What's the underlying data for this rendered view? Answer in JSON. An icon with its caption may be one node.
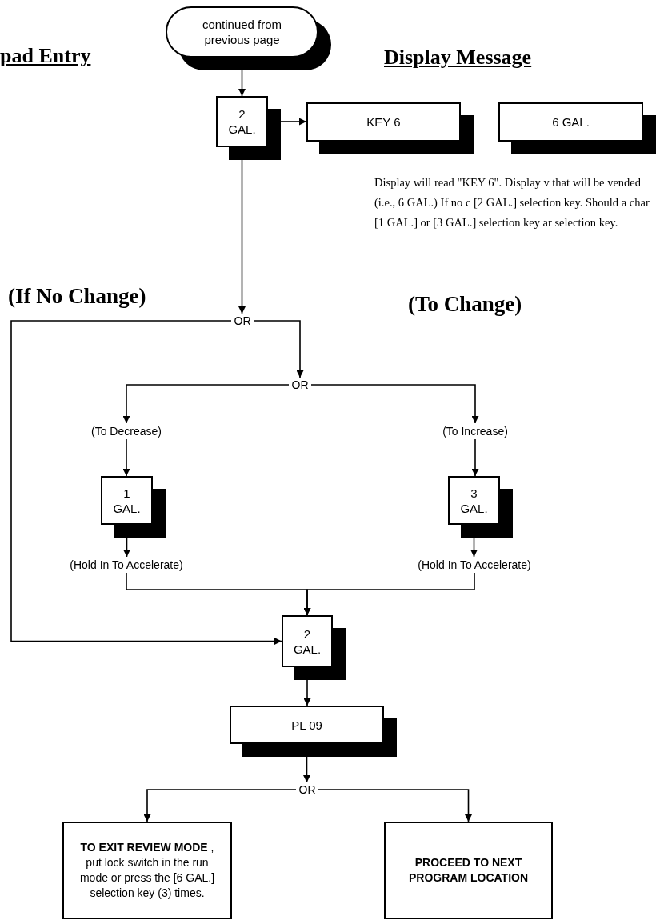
{
  "diagram": {
    "nodes": [
      {
        "text": [
          "continued from previous page"
        ]
      },
      {
        "text": [
          "2 GAL."
        ]
      },
      {
        "text": [
          "KEY 6"
        ]
      },
      {
        "text": [
          "6 GAL."
        ]
      },
      {
        "text": [
          "OR"
        ]
      },
      {
        "text": [
          "OR"
        ]
      },
      {
        "text": [
          "(To Decrease)"
        ]
      },
      {
        "text": [
          "(To Increase)"
        ]
      },
      {
        "text": [
          "1 GAL."
        ]
      },
      {
        "text": [
          "3 GAL."
        ]
      },
      {
        "text": [
          "(Hold In To Accelerate)"
        ]
      },
      {
        "text": [
          "(Hold In To Accelerate)"
        ]
      },
      {
        "text": [
          "2 GAL."
        ]
      },
      {
        "text": [
          "PL 09"
        ]
      },
      {
        "text": [
          "OR"
        ]
      },
      {
        "text": [
          "**TO EXIT REVIEW MODE** , put lock switch in the run mode or press the [6 GAL.] selection key (3) times."
        ]
      },
      {
        "text": [
          "PROCEED TO NEXT PROGRAM LOCATION"
        ]
      }
    ],
    "edges": [
      {
        "from": 0,
        "to": 1,
        "arrow": "to"
      },
      {
        "from": 1,
        "to": 2,
        "arrow": "to"
      },
      {
        "from": 1,
        "to": 4,
        "arrow": "to"
      },
      {
        "from": 4,
        "to": 5,
        "arrow": "to"
      },
      {
        "from": 4,
        "to": 12,
        "arrow": "to"
      },
      {
        "from": 5,
        "to": 6,
        "arrow": "to"
      },
      {
        "from": 5,
        "to": 7,
        "arrow": "to"
      },
      {
        "from": 6,
        "to": 8,
        "arrow": "to"
      },
      {
        "from": 7,
        "to": 9,
        "arrow": "to"
      },
      {
        "from": 8,
        "to": 10,
        "arrow": "to"
      },
      {
        "from": 9,
        "to": 11,
        "arrow": "to"
      },
      {
        "from": 10,
        "to": 12,
        "arrow": "to"
      },
      {
        "from": 11,
        "to": 12,
        "arrow": "to"
      },
      {
        "from": 12,
        "to": 13,
        "arrow": "to"
      },
      {
        "from": 13,
        "to": 14,
        "arrow": "to"
      },
      {
        "from": 14,
        "to": 15,
        "arrow": "to"
      },
      {
        "from": 14,
        "to": 16,
        "arrow": "to"
      }
    ],
    "labels": [
      "pad Entry",
      "Display Message",
      "Display will read \"KEY 6\". Display v that will be vended (i.e., 6 GAL.) If no c [2 GAL.] selection key. Should a char [1 GAL.] or [3 GAL.] selection key ar selection key.",
      "(If No Change)",
      "(To Change)"
    ]
  }
}
